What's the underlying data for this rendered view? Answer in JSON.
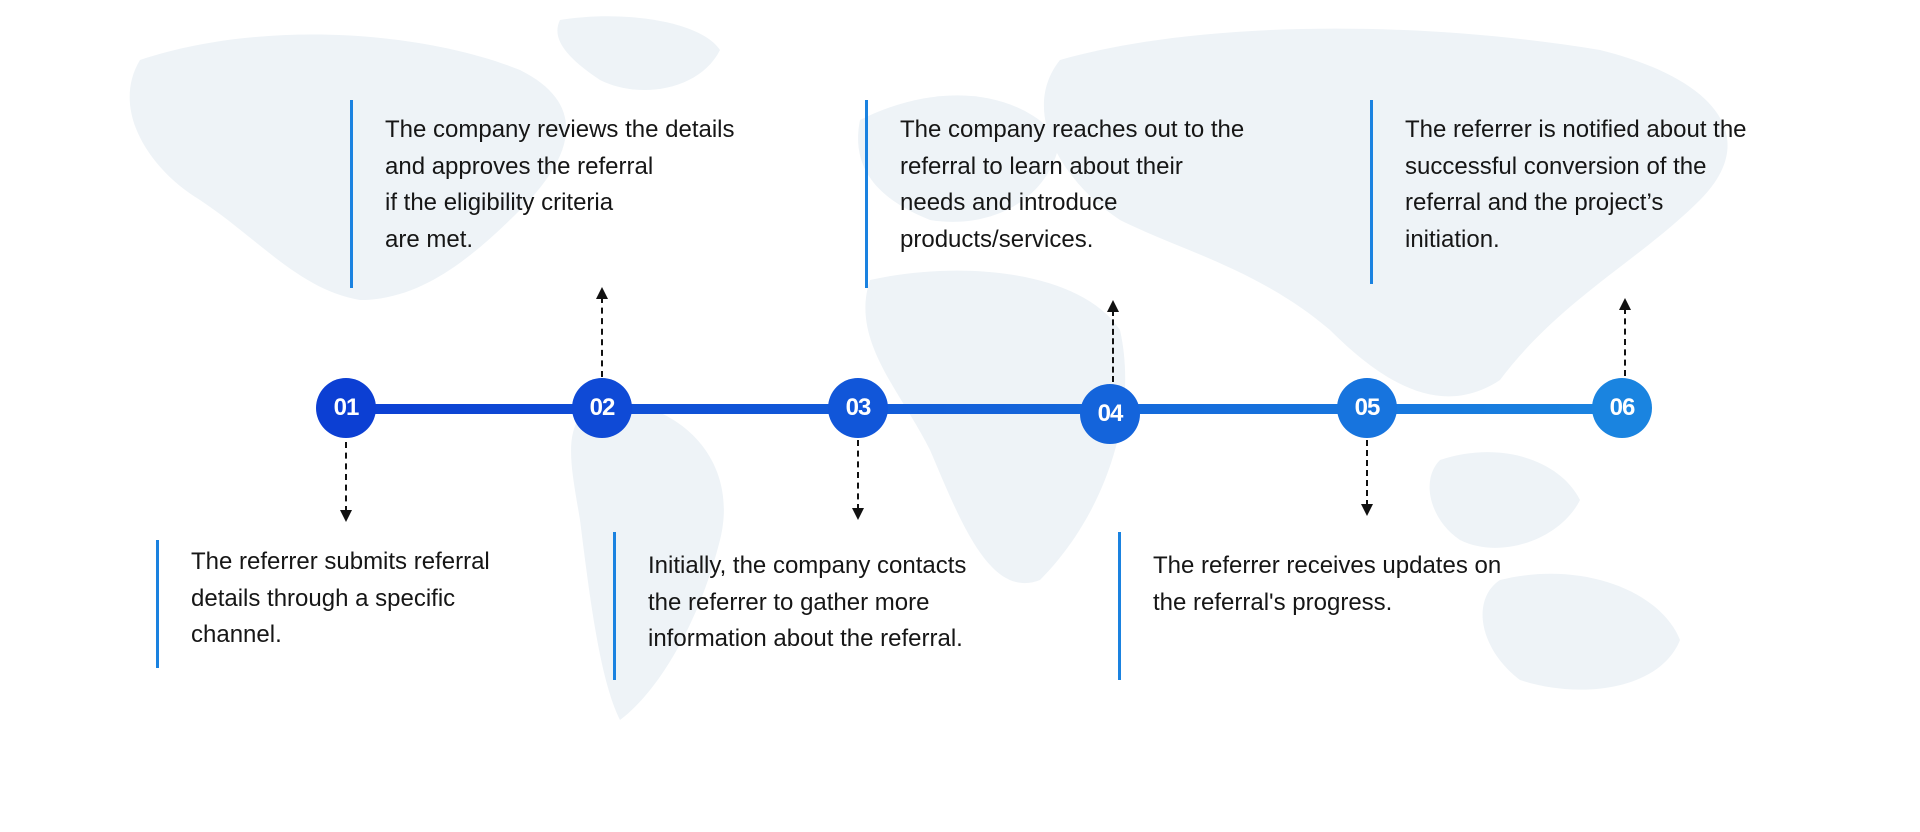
{
  "colors": {
    "accent_start": "#0c3fd3",
    "accent_end": "#1a84e0",
    "map": "#eef3f7"
  },
  "steps": [
    {
      "number": "01",
      "text": "The referrer submits referral\ndetails through a specific\nchannel."
    },
    {
      "number": "02",
      "text": "The company reviews the details\nand approves the referral\nif the eligibility criteria\nare met."
    },
    {
      "number": "03",
      "text": "Initially, the company contacts\nthe referrer to gather more\ninformation about the referral."
    },
    {
      "number": "04",
      "text": "The company reaches out to the\nreferral to learn about their\nneeds and introduce\nproducts/services."
    },
    {
      "number": "05",
      "text": "The referrer receives updates on\nthe referral's progress."
    },
    {
      "number": "06",
      "text": "The referrer is notified about the\nsuccessful conversion of the\nreferral and the project’s\ninitiation."
    }
  ]
}
